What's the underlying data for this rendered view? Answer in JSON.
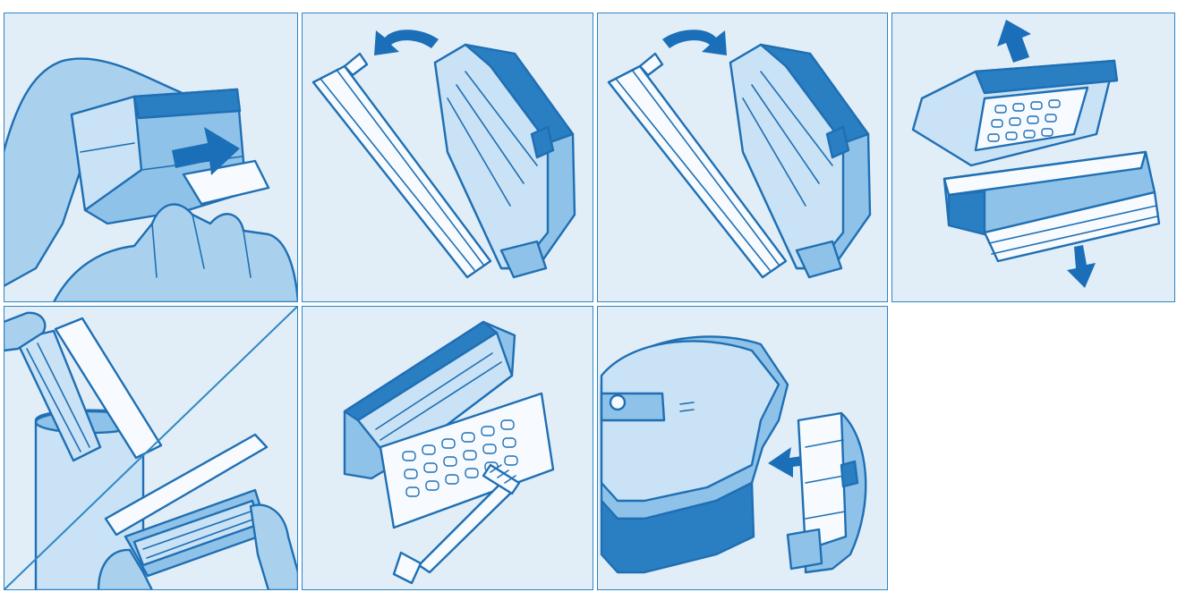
{
  "diagram": {
    "type": "instruction-step-illustrations",
    "panel_count": 7,
    "colors": {
      "panel_background": "#e1eef8",
      "border": "#2f86c5",
      "ink": "#1f6fb4",
      "arrow": "#1b6fb8",
      "page_background": "#ffffff"
    },
    "panels": [
      {
        "id": "step-1",
        "icons": [
          "hand-icon",
          "dust-bin-icon",
          "release-tab-icon",
          "push-arrow-icon"
        ]
      },
      {
        "id": "step-2",
        "icons": [
          "filter-cover-icon",
          "dust-bin-icon",
          "curved-arrow-left-icon"
        ]
      },
      {
        "id": "step-3",
        "icons": [
          "filter-cover-icon",
          "dust-bin-icon",
          "curved-arrow-right-icon"
        ]
      },
      {
        "id": "step-4",
        "icons": [
          "filter-frame-icon",
          "bin-body-icon",
          "up-arrow-icon",
          "down-arrow-icon"
        ]
      },
      {
        "id": "step-5",
        "icons": [
          "hand-icon",
          "waste-bin-icon",
          "dust-bin-icon",
          "filter-cover-icon"
        ]
      },
      {
        "id": "step-6",
        "icons": [
          "dust-bin-icon",
          "filter-frame-icon",
          "cleaning-brush-icon"
        ]
      },
      {
        "id": "step-7",
        "icons": [
          "robot-vacuum-icon",
          "dust-bin-icon",
          "insert-arrow-icon"
        ]
      }
    ]
  }
}
